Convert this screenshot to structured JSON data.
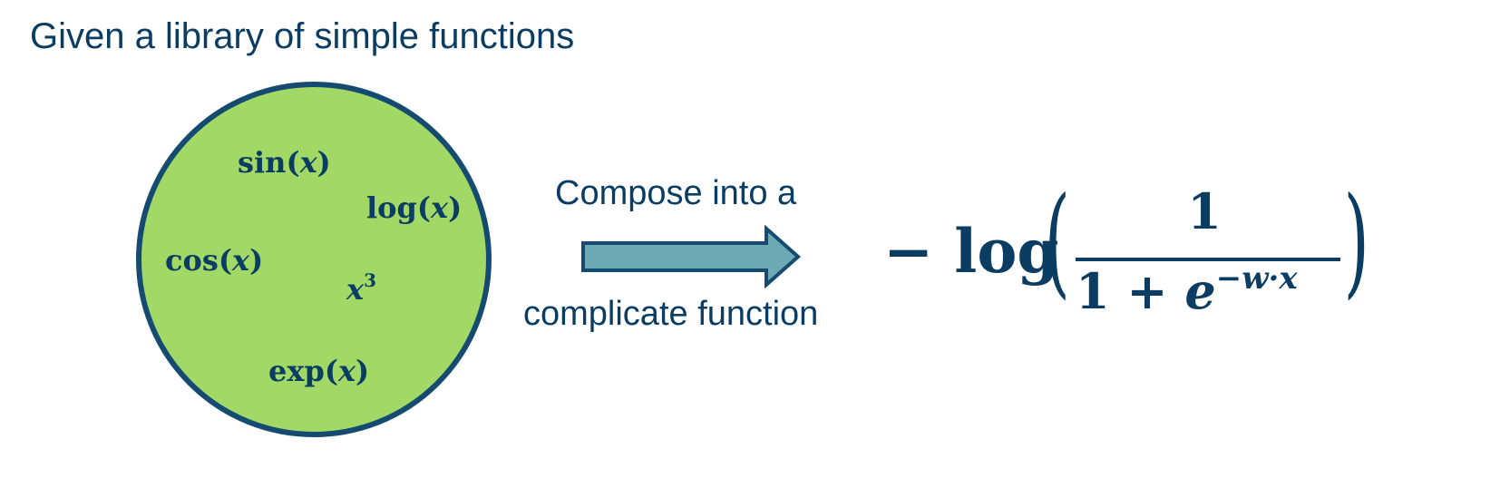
{
  "title": "Given a library of simple functions",
  "library": {
    "sin": {
      "name": "sin",
      "arg": "(",
      "var": "x",
      "close": ")"
    },
    "log": {
      "name": "log",
      "arg": "(",
      "var": "x",
      "close": ")"
    },
    "cos": {
      "name": "cos",
      "arg": "(",
      "var": "x",
      "close": ")"
    },
    "cube": {
      "var": "x",
      "exponent": "3"
    },
    "exp": {
      "name": "exp",
      "arg": "(",
      "var": "x",
      "close": ")"
    }
  },
  "arrow": {
    "caption_top": "Compose into a",
    "caption_bottom": "complicate function",
    "fill_color": "#6eaab4",
    "stroke_color": "#154b70"
  },
  "formula": {
    "prefix": "− log",
    "open_paren": "(",
    "numerator": "1",
    "denominator_lead": "1 + ",
    "denominator_base": "e",
    "denominator_exponent": "−w·x",
    "close_paren": ")"
  },
  "colors": {
    "text": "#0b3d63",
    "circle_fill": "#a2d866",
    "circle_border": "#154b70"
  }
}
